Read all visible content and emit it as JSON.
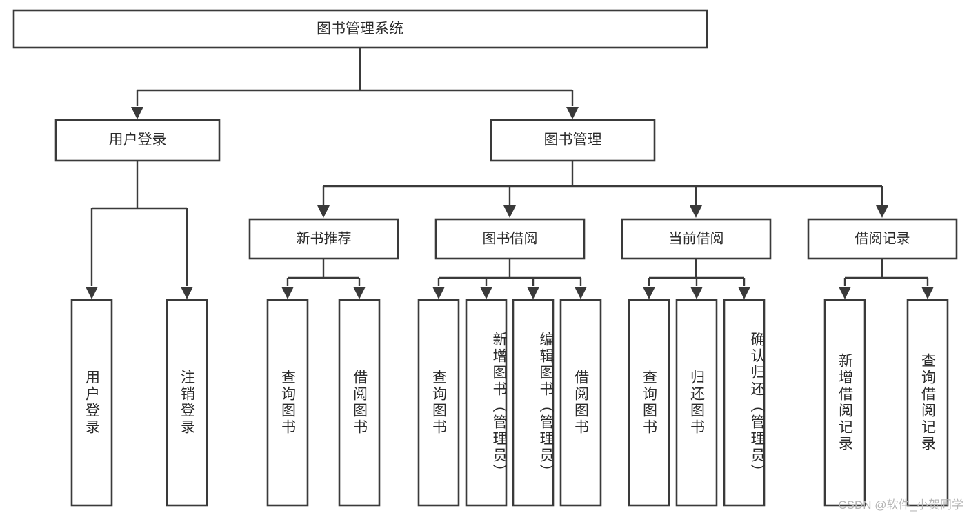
{
  "diagram": {
    "type": "tree-hierarchy",
    "title_node": {
      "id": "root",
      "label": "图书管理系统"
    },
    "level2": [
      {
        "id": "user-login",
        "label": "用户登录"
      },
      {
        "id": "book-manage",
        "label": "图书管理"
      }
    ],
    "level3": [
      {
        "id": "new-book-recommend",
        "label": "新书推荐",
        "parent": "book-manage"
      },
      {
        "id": "book-borrow",
        "label": "图书借阅",
        "parent": "book-manage"
      },
      {
        "id": "current-borrow",
        "label": "当前借阅",
        "parent": "book-manage"
      },
      {
        "id": "borrow-record",
        "label": "借阅记录",
        "parent": "book-manage"
      }
    ],
    "leaves": {
      "user-login": [
        {
          "id": "leaf-user-login",
          "label": "用户登录"
        },
        {
          "id": "leaf-logout",
          "label": "注销登录"
        }
      ],
      "new-book-recommend": [
        {
          "id": "leaf-query-book-1",
          "label": "查询图书"
        },
        {
          "id": "leaf-borrow-book-1",
          "label": "借阅图书"
        }
      ],
      "book-borrow": [
        {
          "id": "leaf-query-book-2",
          "label": "查询图书"
        },
        {
          "id": "leaf-add-book",
          "label": "新增图书（管理员）"
        },
        {
          "id": "leaf-edit-book",
          "label": "编辑图书（管理员）"
        },
        {
          "id": "leaf-borrow-book-2",
          "label": "借阅图书"
        }
      ],
      "current-borrow": [
        {
          "id": "leaf-query-book-3",
          "label": "查询图书"
        },
        {
          "id": "leaf-return-book",
          "label": "归还图书"
        },
        {
          "id": "leaf-confirm-return",
          "label": "确认归还（管理员）"
        }
      ],
      "borrow-record": [
        {
          "id": "leaf-add-record",
          "label": "新增借阅记录"
        },
        {
          "id": "leaf-query-record",
          "label": "查询借阅记录"
        }
      ]
    },
    "colors": {
      "box_stroke": "#3a3a3a",
      "box_fill": "#ffffff",
      "text": "#2b2b2b",
      "connector": "#3a3a3a",
      "background": "#ffffff",
      "watermark": "#b4b4b4"
    }
  },
  "watermark": {
    "text": "CSDN @软件_小贺同学"
  }
}
